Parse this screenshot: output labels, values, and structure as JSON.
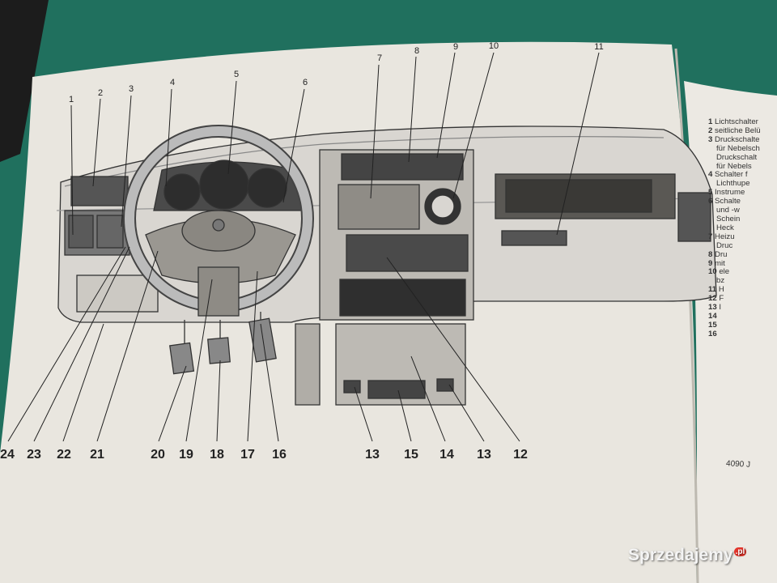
{
  "figure": {
    "callouts_top": [
      "1",
      "2",
      "3",
      "4",
      "5",
      "6",
      "7",
      "8",
      "9",
      "10",
      "11"
    ],
    "callouts_bottom_left": [
      "24",
      "23",
      "22",
      "21",
      "20",
      "19",
      "18",
      "17",
      "16"
    ],
    "callouts_bottom_right": [
      "13",
      "15",
      "14",
      "13",
      "12"
    ],
    "page_code": "4090 J"
  },
  "legend": [
    {
      "num": "1",
      "text": "Lichtschalter"
    },
    {
      "num": "2",
      "text": "seitliche Belü"
    },
    {
      "num": "3",
      "text": "Druckschalte"
    },
    {
      "num": "",
      "text": "für Nebelsch"
    },
    {
      "num": "",
      "text": "Druckschalt"
    },
    {
      "num": "",
      "text": "für Nebels"
    },
    {
      "num": "4",
      "text": "Schalter f"
    },
    {
      "num": "",
      "text": "Lichthupe"
    },
    {
      "num": "5",
      "text": "Instrume"
    },
    {
      "num": "6",
      "text": "Schalte"
    },
    {
      "num": "",
      "text": "und -w"
    },
    {
      "num": "",
      "text": "Schein"
    },
    {
      "num": "",
      "text": "Heck"
    },
    {
      "num": "7",
      "text": "Heizu"
    },
    {
      "num": "",
      "text": "Druc"
    },
    {
      "num": "8",
      "text": "Dru"
    },
    {
      "num": "9",
      "text": "mit"
    },
    {
      "num": "10",
      "text": "ele"
    },
    {
      "num": "",
      "text": "bz"
    },
    {
      "num": "11",
      "text": "H"
    },
    {
      "num": "12",
      "text": "F"
    },
    {
      "num": "13",
      "text": "I"
    },
    {
      "num": "",
      "text": ""
    },
    {
      "num": "14",
      "text": ""
    },
    {
      "num": "15",
      "text": ""
    },
    {
      "num": "16",
      "text": ""
    }
  ],
  "watermark": {
    "brand": "Sprzedajemy",
    "tld": ".pl"
  }
}
